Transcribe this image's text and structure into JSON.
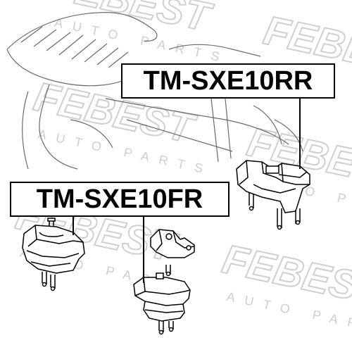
{
  "labels": {
    "rear_part": "TM-SXE10RR",
    "front_part": "TM-SXE10FR"
  },
  "watermark": {
    "brand": "FEBEST",
    "tagline": "AUTO PARTS",
    "color": "#dcdcdc"
  },
  "colors": {
    "background": "#ffffff",
    "lines": "#000000",
    "sketch": "#555555"
  }
}
